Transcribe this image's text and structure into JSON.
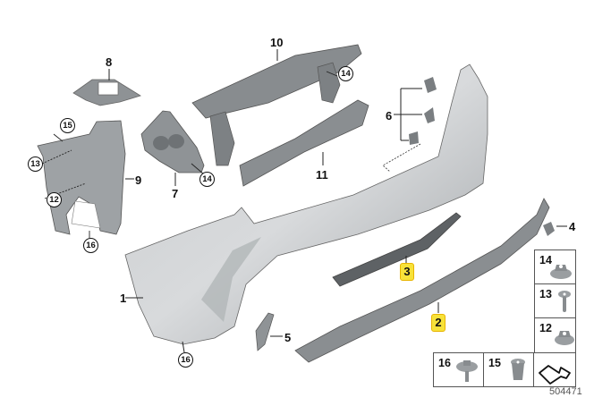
{
  "diagram": {
    "type": "exploded-parts-diagram",
    "subject": "rear bumper trim panel assembly",
    "reference_code": "504471",
    "highlight_color": "#f7e23a",
    "part_color": "#a9adb0",
    "parts": [
      {
        "num": "1",
        "label": "1",
        "style": "plain"
      },
      {
        "num": "2",
        "label": "2",
        "style": "highlighted"
      },
      {
        "num": "3",
        "label": "3",
        "style": "highlighted"
      },
      {
        "num": "4",
        "label": "4",
        "style": "plain"
      },
      {
        "num": "5",
        "label": "5",
        "style": "plain"
      },
      {
        "num": "6",
        "label": "6",
        "style": "plain"
      },
      {
        "num": "7",
        "label": "7",
        "style": "plain"
      },
      {
        "num": "8",
        "label": "8",
        "style": "plain"
      },
      {
        "num": "9",
        "label": "9",
        "style": "plain"
      },
      {
        "num": "10",
        "label": "10",
        "style": "plain"
      },
      {
        "num": "11",
        "label": "11",
        "style": "plain"
      }
    ],
    "circled_callouts": [
      {
        "label": "15"
      },
      {
        "label": "13"
      },
      {
        "label": "12"
      },
      {
        "label": "16"
      },
      {
        "label": "14"
      },
      {
        "label": "14"
      },
      {
        "label": "16"
      }
    ],
    "legend": [
      {
        "num": "14",
        "icon": "flange-nut-icon"
      },
      {
        "num": "13",
        "icon": "screw-icon"
      },
      {
        "num": "12",
        "icon": "flange-nut-icon"
      },
      {
        "num": "16",
        "icon": "bolt-icon"
      },
      {
        "num": "15",
        "icon": "expanding-rivet-icon"
      },
      {
        "num": "",
        "icon": "direction-arrow-icon"
      }
    ]
  }
}
